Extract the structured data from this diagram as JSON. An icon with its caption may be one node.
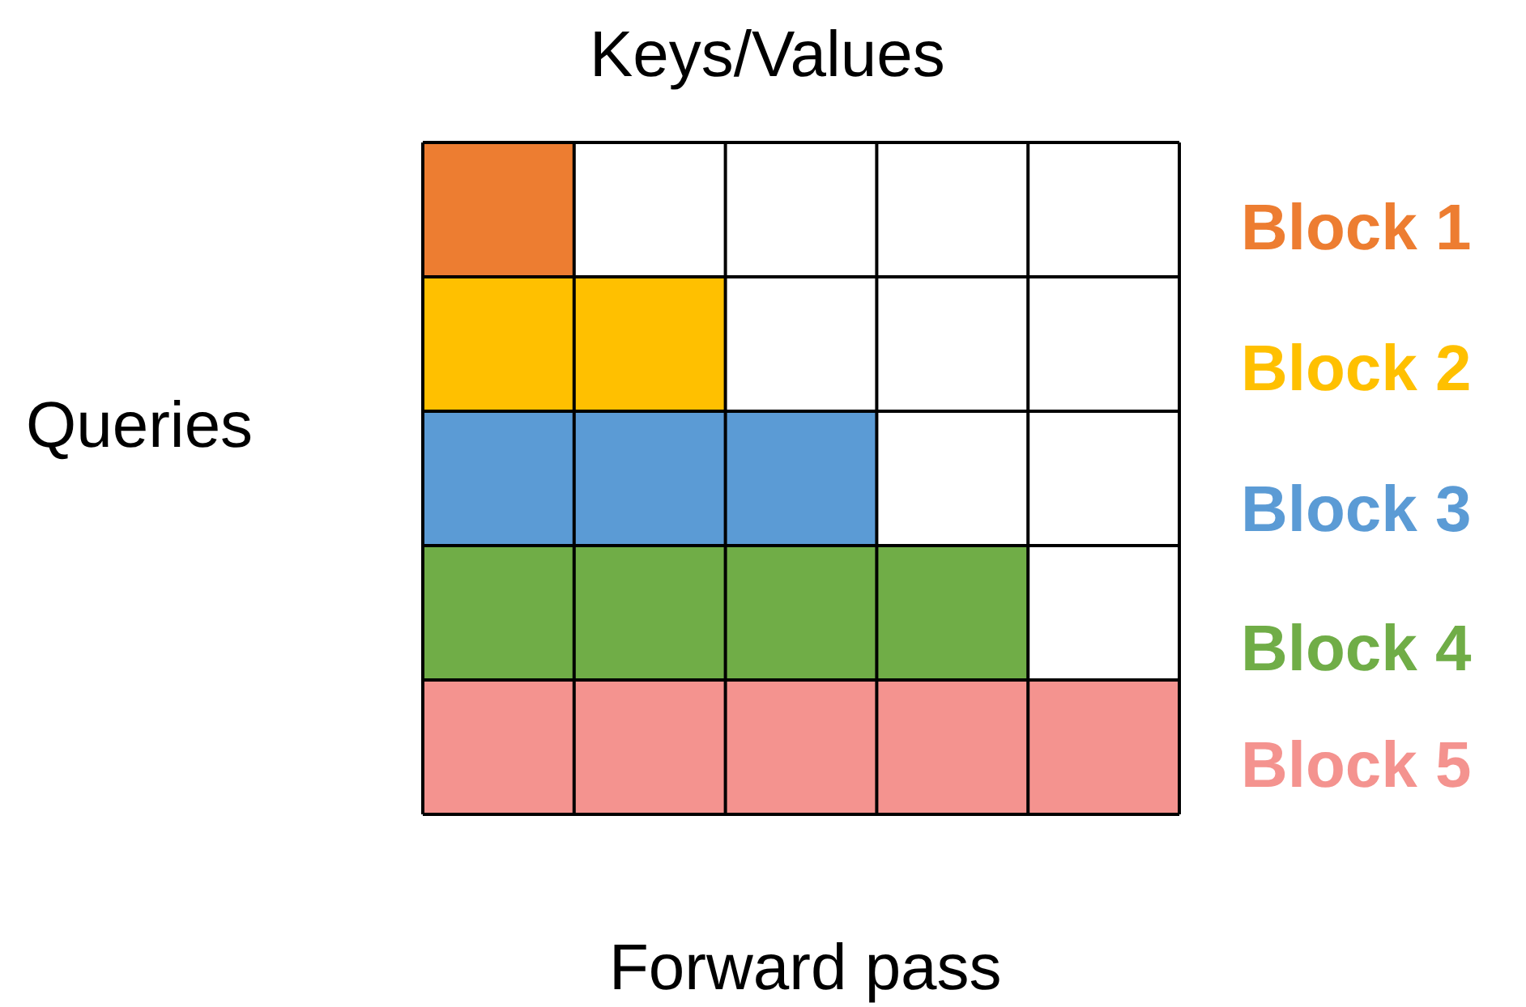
{
  "diagram": {
    "caption": "Forward pass",
    "labels": [
      "Keys/Values",
      "Queries"
    ],
    "legend": [
      {
        "text": "Block 1",
        "color": "#ed7d31"
      },
      {
        "text": "Block 2",
        "color": "#ffc000"
      },
      {
        "text": "Block 3",
        "color": "#5b9bd5"
      },
      {
        "text": "Block 4",
        "color": "#70ad47"
      },
      {
        "text": "Block 5",
        "color": "#f4938f"
      }
    ]
  }
}
